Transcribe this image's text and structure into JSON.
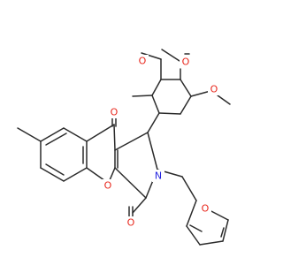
{
  "molecule": {
    "colors": {
      "bond": "#2b2b2b",
      "oxygen": "#e8261b",
      "nitrogen": "#2424e0",
      "background": "#ffffff"
    },
    "atoms": [
      {
        "id": "o-methoxy-1",
        "symbol": "O",
        "element": "oxygen"
      },
      {
        "id": "o-methoxy-2",
        "symbol": "O",
        "element": "oxygen"
      },
      {
        "id": "o-methoxy-3",
        "symbol": "O",
        "element": "oxygen"
      },
      {
        "id": "o-ketone-1",
        "symbol": "O",
        "element": "oxygen"
      },
      {
        "id": "o-ketone-2",
        "symbol": "O",
        "element": "oxygen"
      },
      {
        "id": "o-chromene",
        "symbol": "O",
        "element": "oxygen"
      },
      {
        "id": "n-pyrrolidone",
        "symbol": "N",
        "element": "nitrogen"
      },
      {
        "id": "o-furan",
        "symbol": "O",
        "element": "oxygen"
      }
    ]
  }
}
